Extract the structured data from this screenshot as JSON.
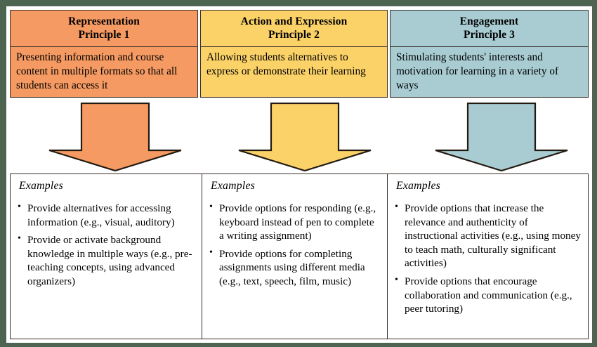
{
  "frame": {
    "border_color": "#4d6550",
    "line_color": "#3a3028"
  },
  "colors": {
    "principle_1": "#f59a62",
    "principle_2": "#fbd268",
    "principle_3": "#a8ccd2"
  },
  "columns": [
    {
      "id": "representation",
      "title_line1": "Representation",
      "title_line2": "Principle 1",
      "description": "Presenting information and course content in multiple formats so that all students can access it",
      "color": "#f59a62",
      "arrow_name": "down-arrow-icon-representation",
      "examples_label": "Examples",
      "examples": [
        "Provide alternatives for accessing information (e.g., visual, auditory)",
        "Provide or activate background knowledge in multiple ways (e.g., pre-teaching concepts, using advanced organizers)"
      ]
    },
    {
      "id": "action-and-expression",
      "title_line1": "Action and Expression",
      "title_line2": "Principle 2",
      "description": "Allowing students alternatives to express or demonstrate their learning",
      "color": "#fbd268",
      "arrow_name": "down-arrow-icon-action-expression",
      "examples_label": "Examples",
      "examples": [
        "Provide options for responding (e.g., keyboard instead of pen to complete a writing assignment)",
        "Provide options for completing assignments using different media (e.g., text, speech, film, music)"
      ]
    },
    {
      "id": "engagement",
      "title_line1": "Engagement",
      "title_line2": "Principle 3",
      "description": "Stimulating students' interests and motivation for learning in a variety of ways",
      "color": "#a8ccd2",
      "arrow_name": "down-arrow-icon-engagement",
      "examples_label": "Examples",
      "examples": [
        "Provide options that increase the relevance and authenticity of instructional activities (e.g., using money to teach math, culturally significant activities)",
        "Provide options that encourage collaboration and communication (e.g., peer tutoring)"
      ]
    }
  ]
}
